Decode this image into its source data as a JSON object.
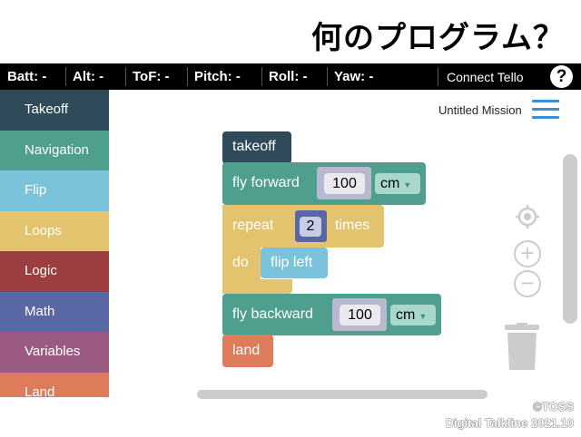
{
  "title": "何のプログラム？",
  "status": {
    "batt": "Batt: -",
    "alt": "Alt: -",
    "tof": "ToF: -",
    "pitch": "Pitch: -",
    "roll": "Roll: -",
    "yaw": "Yaw: -",
    "connect": "Connect Tello",
    "help": "?"
  },
  "categories": [
    {
      "label": "Takeoff",
      "color": "#2f4a58"
    },
    {
      "label": "Navigation",
      "color": "#4f9f8e"
    },
    {
      "label": "Flip",
      "color": "#7bc3db"
    },
    {
      "label": "Loops",
      "color": "#e4c36f"
    },
    {
      "label": "Logic",
      "color": "#9c3e40"
    },
    {
      "label": "Math",
      "color": "#5a67a5"
    },
    {
      "label": "Variables",
      "color": "#9b5b81"
    },
    {
      "label": "Land",
      "color": "#de7b5a"
    }
  ],
  "mission": "Untitled Mission",
  "blocks": {
    "takeoff": "takeoff",
    "fly_forward": "fly forward",
    "ff_value": "100",
    "ff_unit": "cm",
    "repeat": "repeat",
    "repeat_count": "2",
    "times": "times",
    "do": "do",
    "flip_left": "flip left",
    "fly_backward": "fly backward",
    "fb_value": "100",
    "fb_unit": "cm",
    "land": "land"
  },
  "footer": {
    "copyright": "©TOSS",
    "event": "Digital Talkline 2021.10"
  }
}
